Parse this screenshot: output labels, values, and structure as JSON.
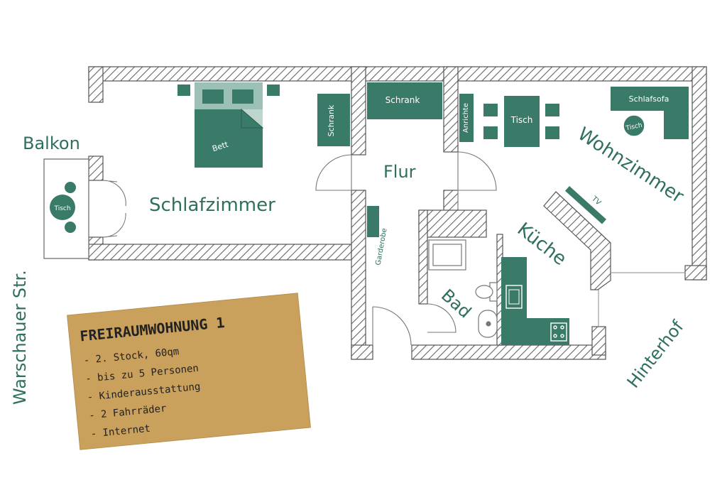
{
  "colors": {
    "accent": "#2f6f5f",
    "furniture": "#3a7a68",
    "wall": "#555555",
    "card": "#caa15c",
    "card_text": "#222222"
  },
  "rooms": {
    "balkon": "Balkon",
    "schlafzimmer": "Schlafzimmer",
    "flur": "Flur",
    "wohnzimmer": "Wohnzimmer",
    "kueche": "Küche",
    "bad": "Bad"
  },
  "streets": {
    "left": "Warschauer Str.",
    "right": "Hinterhof"
  },
  "furniture": {
    "bett": "Bett",
    "schrank_1": "Schrank",
    "schrank_2": "Schrank",
    "anrichte": "Anrichte",
    "tisch_living": "Tisch",
    "schlafsofa": "Schlafsofa",
    "tisch_sofa": "Tisch",
    "tisch_balkon": "Tisch",
    "garderobe": "Garderobe",
    "tv": "TV"
  },
  "card": {
    "title": "FREIRAUMWOHNUNG 1",
    "items": [
      "- 2. Stock, 60qm",
      "- bis zu 5 Personen",
      "- Kinderausstattung",
      "- 2 Fahrräder",
      "- Internet"
    ]
  }
}
